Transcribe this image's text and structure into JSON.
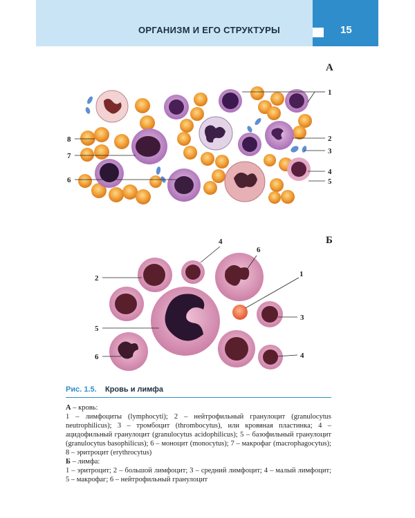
{
  "header": {
    "title": "ОРГАНИЗМ И ЕГО СТРУКТУРЫ",
    "page_number": "15"
  },
  "figure": {
    "panel_a": {
      "letter": "А",
      "callouts": [
        "1",
        "2",
        "3",
        "4",
        "5",
        "6",
        "7",
        "8"
      ]
    },
    "panel_b": {
      "letter": "Б",
      "callouts": [
        "4",
        "6",
        "2",
        "1",
        "3",
        "5",
        "6",
        "4"
      ]
    }
  },
  "caption": {
    "label": "Рис. 1.5.",
    "title": "Кровь и лимфа"
  },
  "legend": {
    "a_head": "А",
    "a_head_rest": " – кровь:",
    "a_text_1": "1 – лимфоциты (lymphocyti); 2 – нейтрофильный гранулоцит (granulocytus neutrophilicus); 3 – тромбоцит (thrombocytus), или кровяная пластинка; 4 – ацидофильный гранулоцит (granulocytus acidophilicus); 5 – базофильный гранулоцит (granulocytus basophilicus); 6 – моноцит (monocytus); 7 – макрофаг (macrophagocytus); 8 – эритроцит (erythrocytus)",
    "b_head": "Б",
    "b_head_rest": " – лимфа:",
    "b_text_1": "1 – эритроцит; 2 – большой лимфоцит; 3 – средний лимфоцит; 4 – малый лимфоцит; 5 – макрофаг; 6 – нейтрофильный гранулоцит"
  },
  "colors": {
    "header_bg": "#c9e4f5",
    "accent": "#2f8dcb",
    "erythrocyte": "#f0a033",
    "cell_pink": "#d98fb0",
    "nucleus": "#5a1f3c",
    "platelet": "#5f8fd0"
  }
}
